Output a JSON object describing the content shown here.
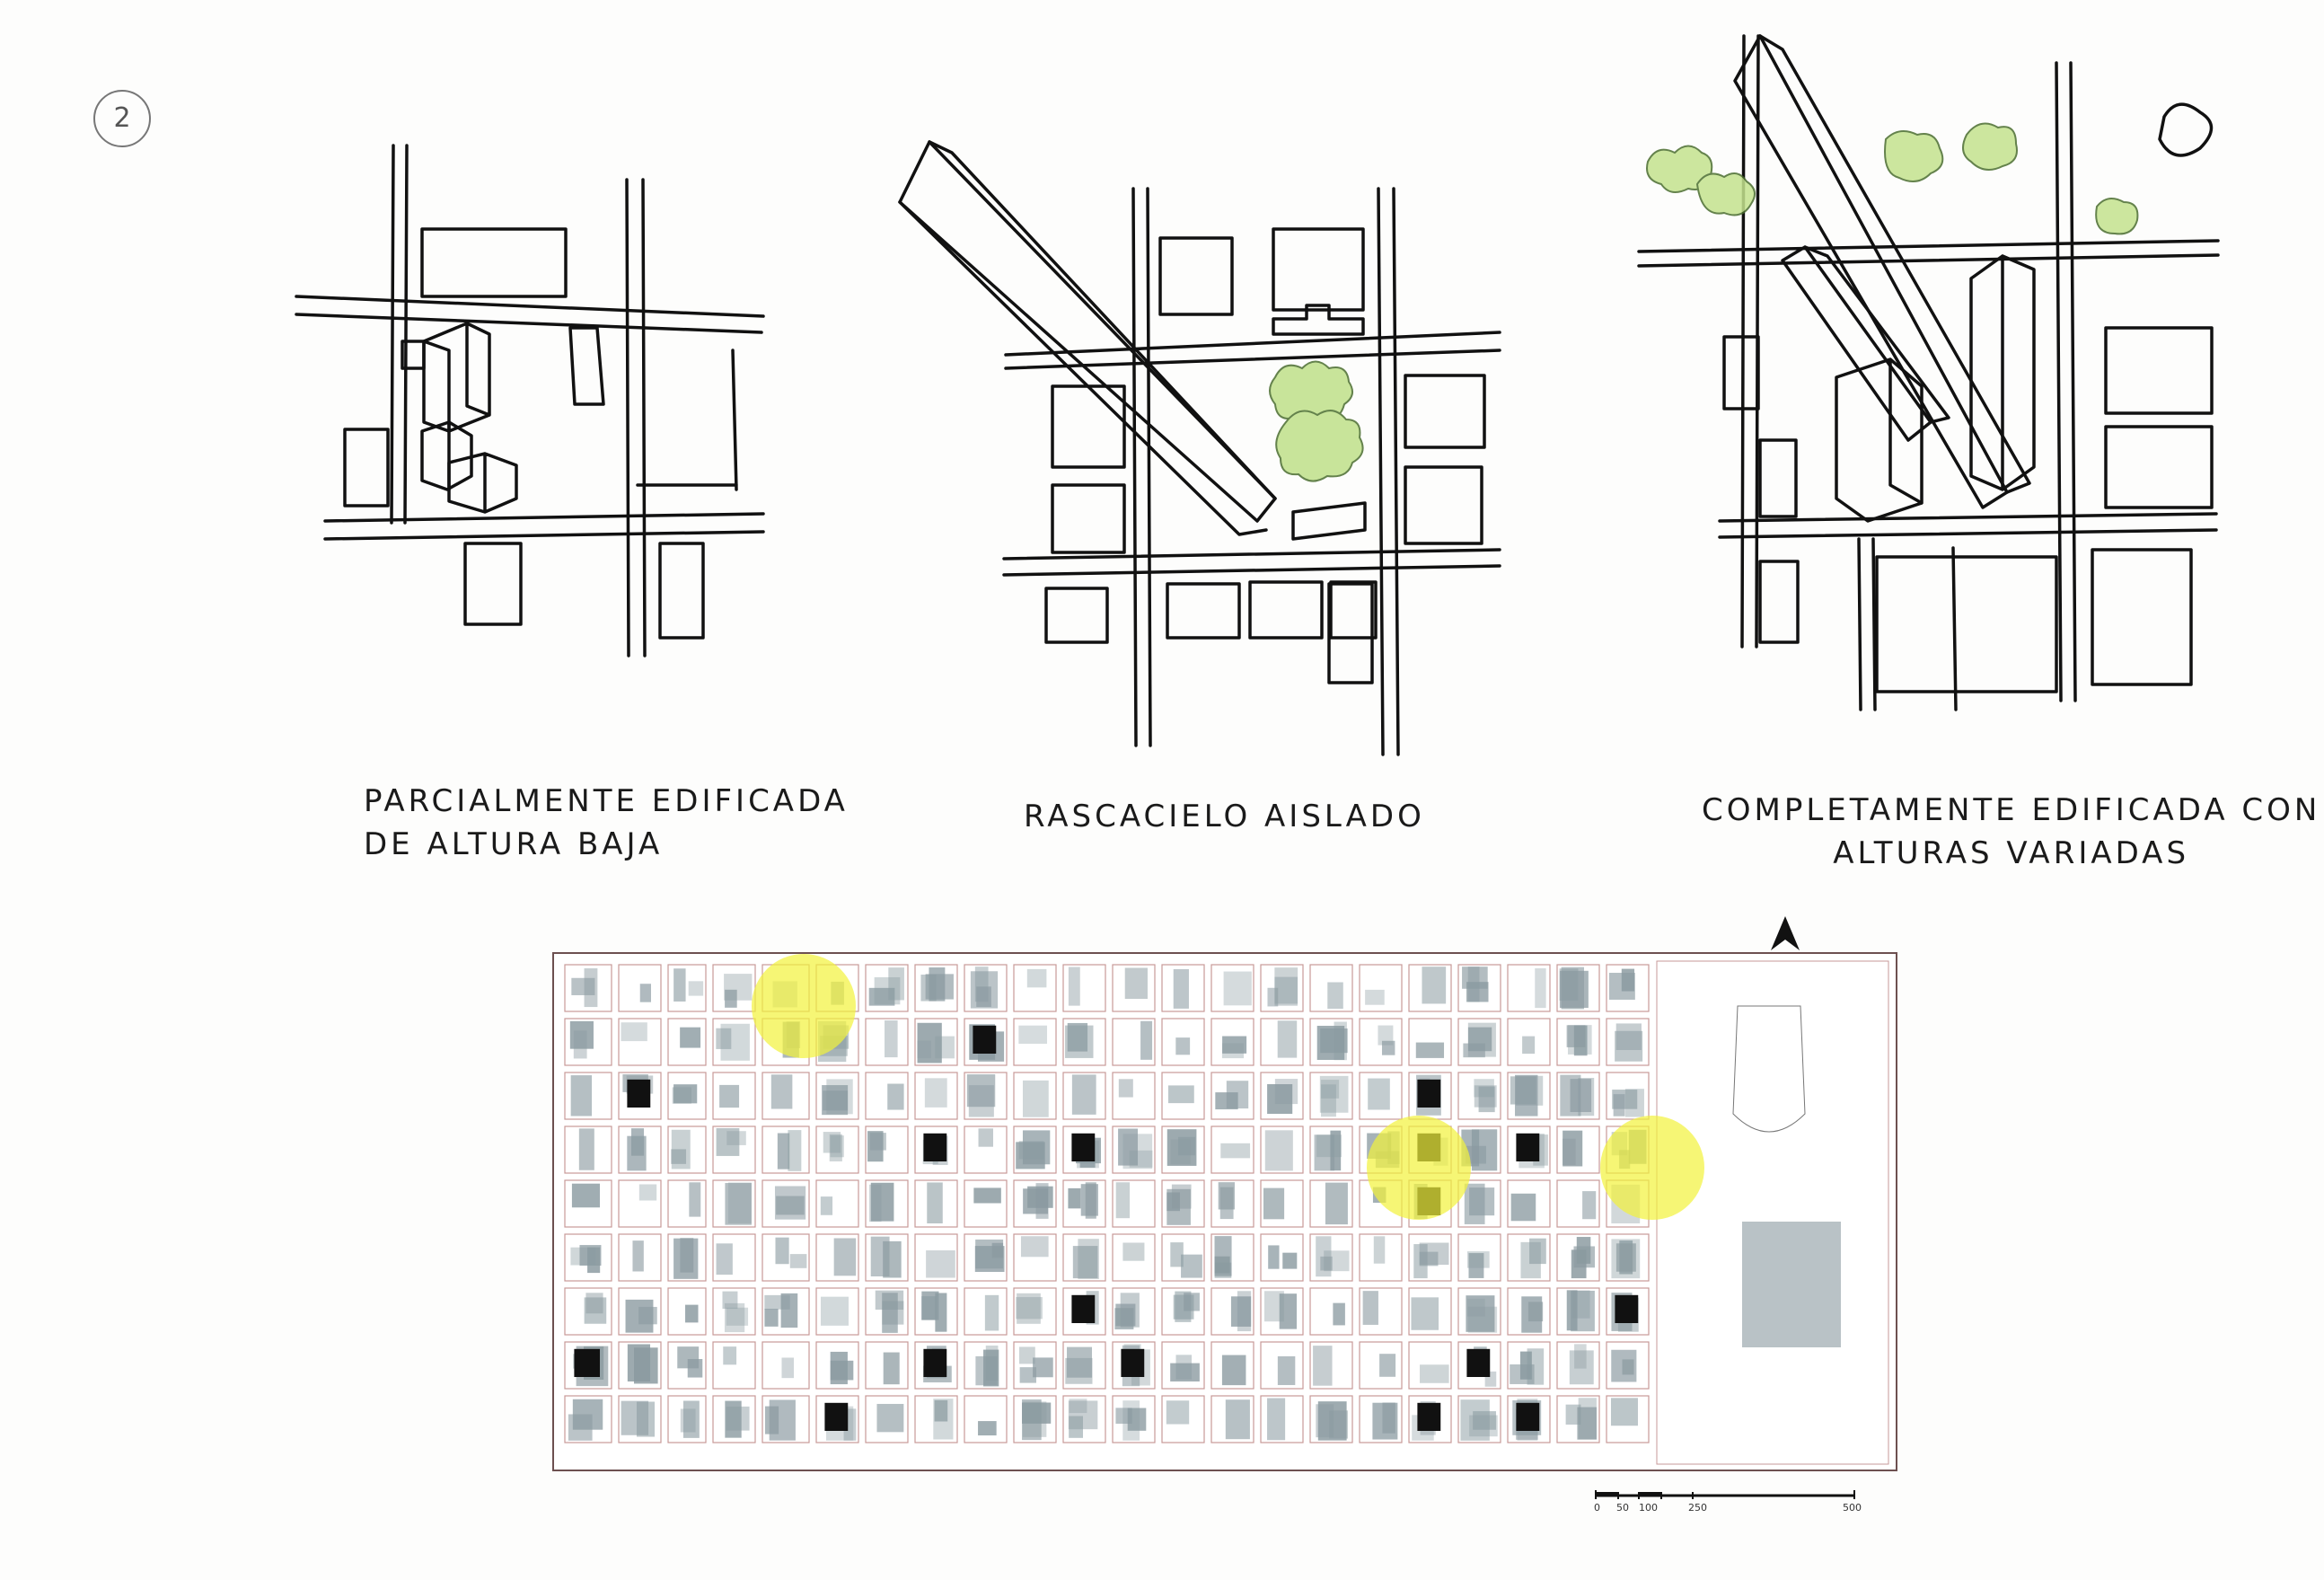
{
  "sheet": {
    "number": "2"
  },
  "diagrams": [
    {
      "id": "parcial",
      "caption_lines": [
        "Parcialmente edificada",
        "de altura baja"
      ]
    },
    {
      "id": "rascacielo",
      "caption_lines": [
        "Rascacielo aislado"
      ]
    },
    {
      "id": "completa",
      "caption_lines": [
        "Completamente edificada con",
        "alturas variadas"
      ]
    }
  ],
  "map": {
    "north_symbol": "north-arrow-icon",
    "scale_labels": [
      "0",
      "50",
      "100",
      "250",
      "500"
    ],
    "colors": {
      "building_tone": "#8a9aa0",
      "highlight": "#f2f23a",
      "tower": "#111111",
      "street_line": "#c79a98"
    }
  }
}
